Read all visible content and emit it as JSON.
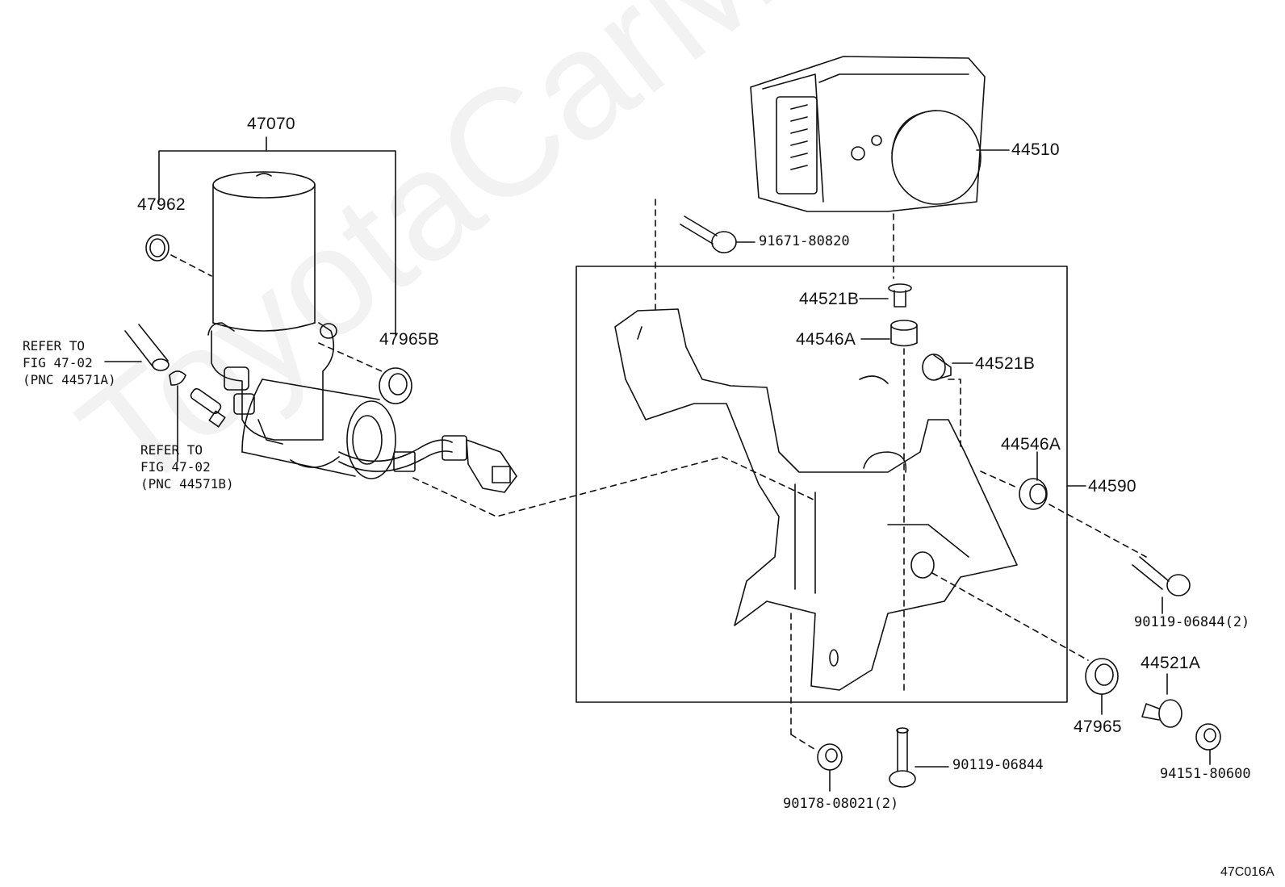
{
  "diagram_code": "47C016A",
  "watermark": "ToyotaCarMine.ru",
  "refs": {
    "a": {
      "line1": "REFER TO",
      "line2": "FIG 47-02",
      "line3": "(PNC 44571A)"
    },
    "b": {
      "line1": "REFER TO",
      "line2": "FIG 47-02",
      "line3": "(PNC 44571B)"
    }
  },
  "parts": {
    "p47070": "47070",
    "p47962": "47962",
    "p47965B": "47965B",
    "p44510": "44510",
    "p91671": "91671-80820",
    "p44521B_top": "44521B",
    "p44546A_top": "44546A",
    "p44521B_side": "44521B",
    "p44546A_side": "44546A",
    "p44590": "44590",
    "p90119_2": "90119-06844(2)",
    "p44521A": "44521A",
    "p47965": "47965",
    "p94151": "94151-80600",
    "p90119": "90119-06844",
    "p90178": "90178-08021(2)"
  }
}
